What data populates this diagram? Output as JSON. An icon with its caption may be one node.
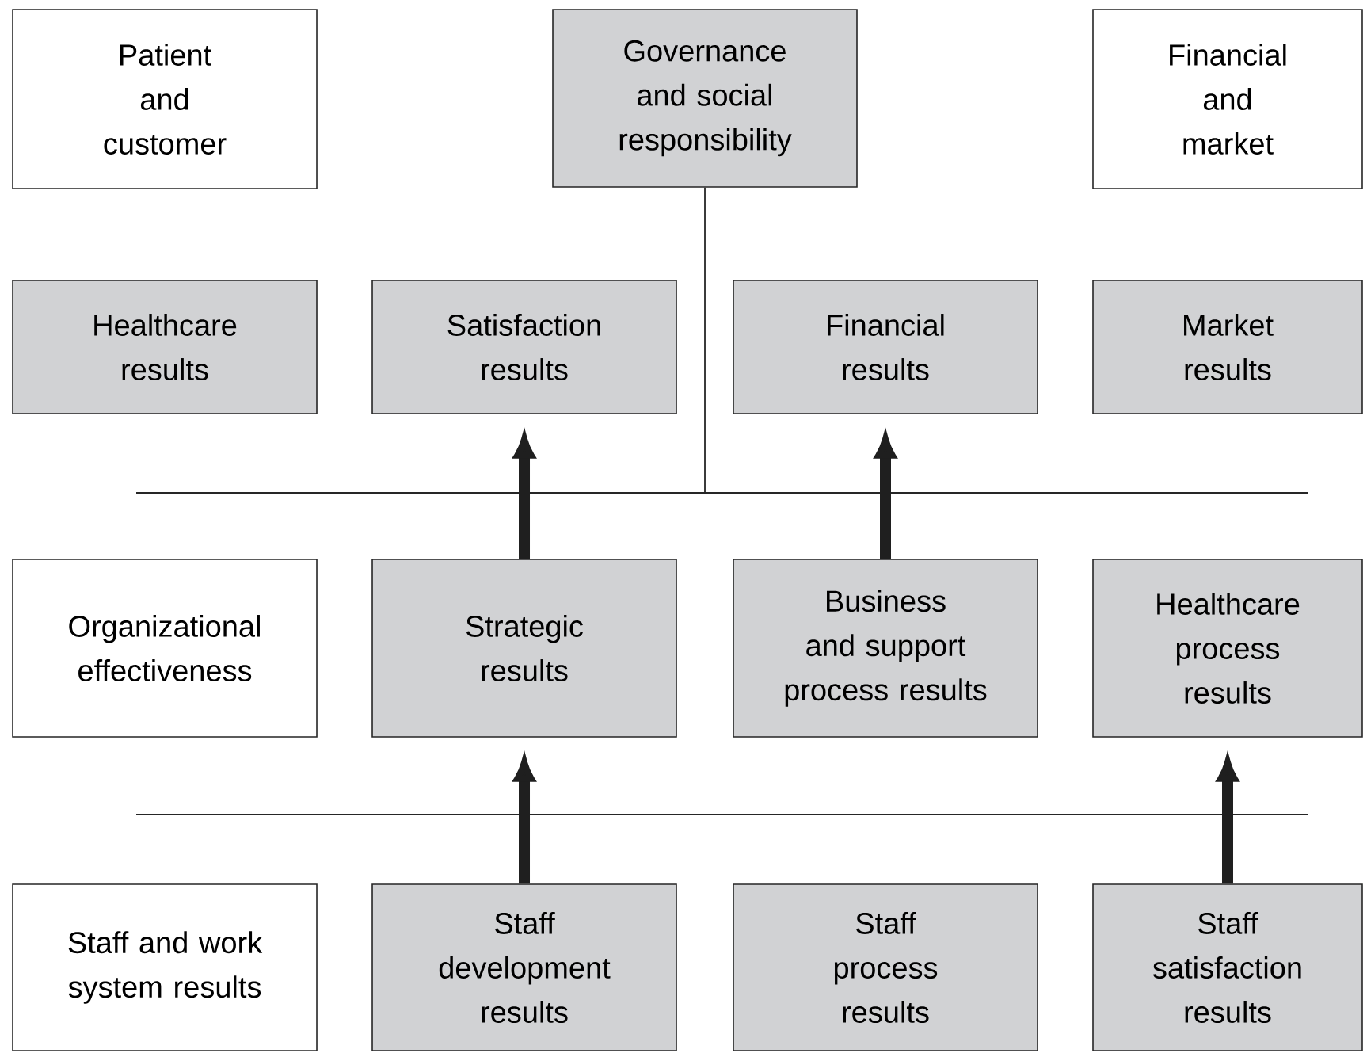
{
  "diagram": {
    "nodes": [
      {
        "text": [
          "Patient and customer"
        ]
      },
      {
        "text": [
          "Governance and social responsibility"
        ]
      },
      {
        "text": [
          "Financial and market"
        ]
      },
      {
        "text": [
          "Healthcare results"
        ]
      },
      {
        "text": [
          "Satisfaction results"
        ]
      },
      {
        "text": [
          "Financial results"
        ]
      },
      {
        "text": [
          "Market results"
        ]
      },
      {
        "text": [
          "Organizational effectiveness"
        ]
      },
      {
        "text": [
          "Strategic results"
        ]
      },
      {
        "text": [
          "Business and support process results"
        ]
      },
      {
        "text": [
          "Healthcare process results"
        ]
      },
      {
        "text": [
          "Staff and work system results"
        ]
      },
      {
        "text": [
          "Staff development results"
        ]
      },
      {
        "text": [
          "Staff process results"
        ]
      },
      {
        "text": [
          "Staff satisfaction results"
        ]
      }
    ],
    "edges": [
      {
        "from": 8,
        "to": 4,
        "arrow": "to"
      },
      {
        "from": 9,
        "to": 5,
        "arrow": "to"
      },
      {
        "from": 12,
        "to": 8,
        "arrow": "to"
      },
      {
        "from": 14,
        "to": 10,
        "arrow": "to"
      }
    ]
  }
}
